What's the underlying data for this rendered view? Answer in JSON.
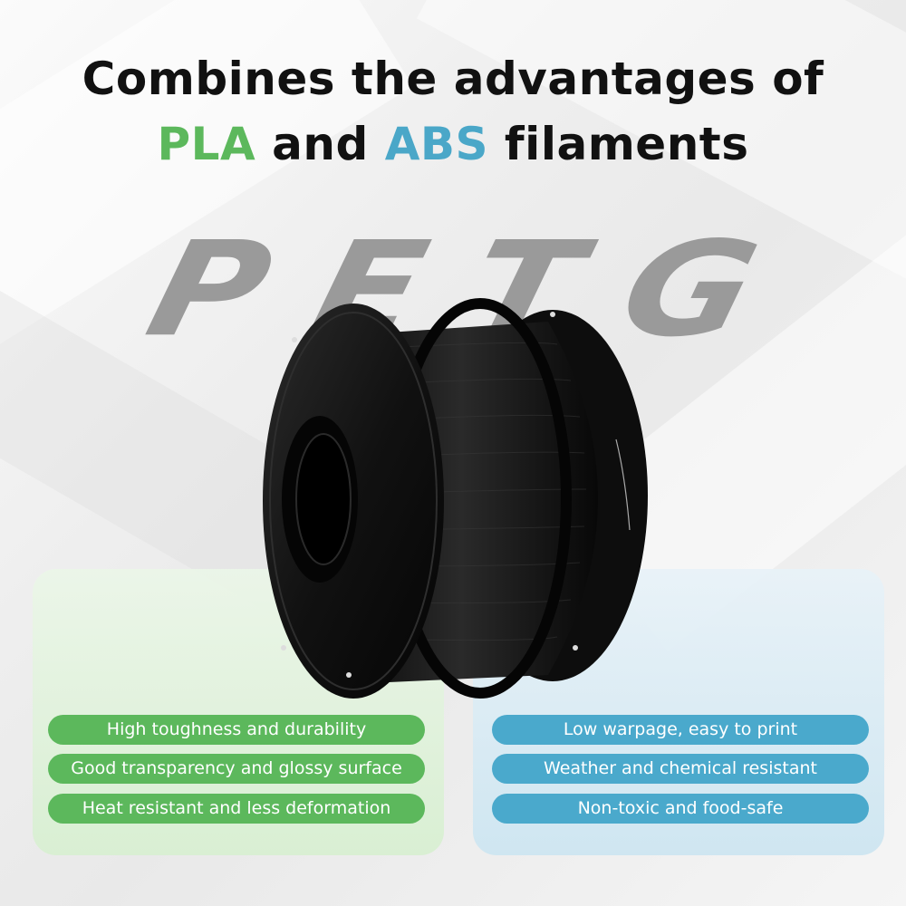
{
  "headline": {
    "line1": "Combines the advantages of",
    "pla": "PLA",
    "and": " and ",
    "abs": "ABS",
    "filaments": " filaments"
  },
  "big_word": [
    "P",
    "E",
    "T",
    "G"
  ],
  "pla_features": [
    "High toughness and durability",
    "Good transparency and glossy surface",
    "Heat resistant and less deformation"
  ],
  "abs_features": [
    "Low warpage, easy to print",
    "Weather and chemical resistant",
    "Non-toxic and food-safe"
  ],
  "colors": {
    "pla_green": "#5cb85c",
    "abs_blue": "#4aa9cc",
    "headline": "#111111",
    "big_word": "#9a9a9a"
  },
  "icons": {
    "product": "filament-spool-icon"
  }
}
